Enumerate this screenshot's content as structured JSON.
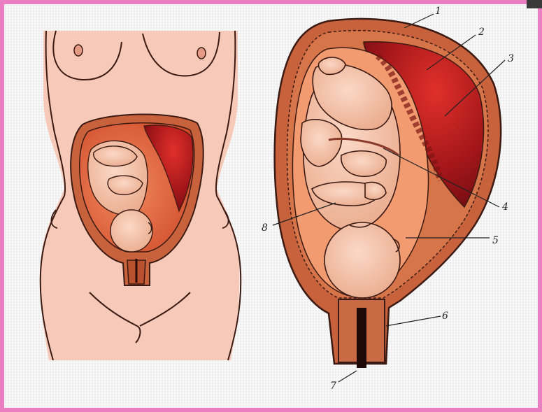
{
  "diagram": {
    "labels": [
      "1",
      "2",
      "3",
      "4",
      "5",
      "6",
      "7",
      "8"
    ]
  },
  "colors": {
    "frame": "#e97fc0",
    "skin": "#f7c9b8",
    "uterus_wall": "#c8623c",
    "placenta": "#a3161a",
    "fetus": "#f3b89c",
    "outline": "#3a1a12"
  }
}
